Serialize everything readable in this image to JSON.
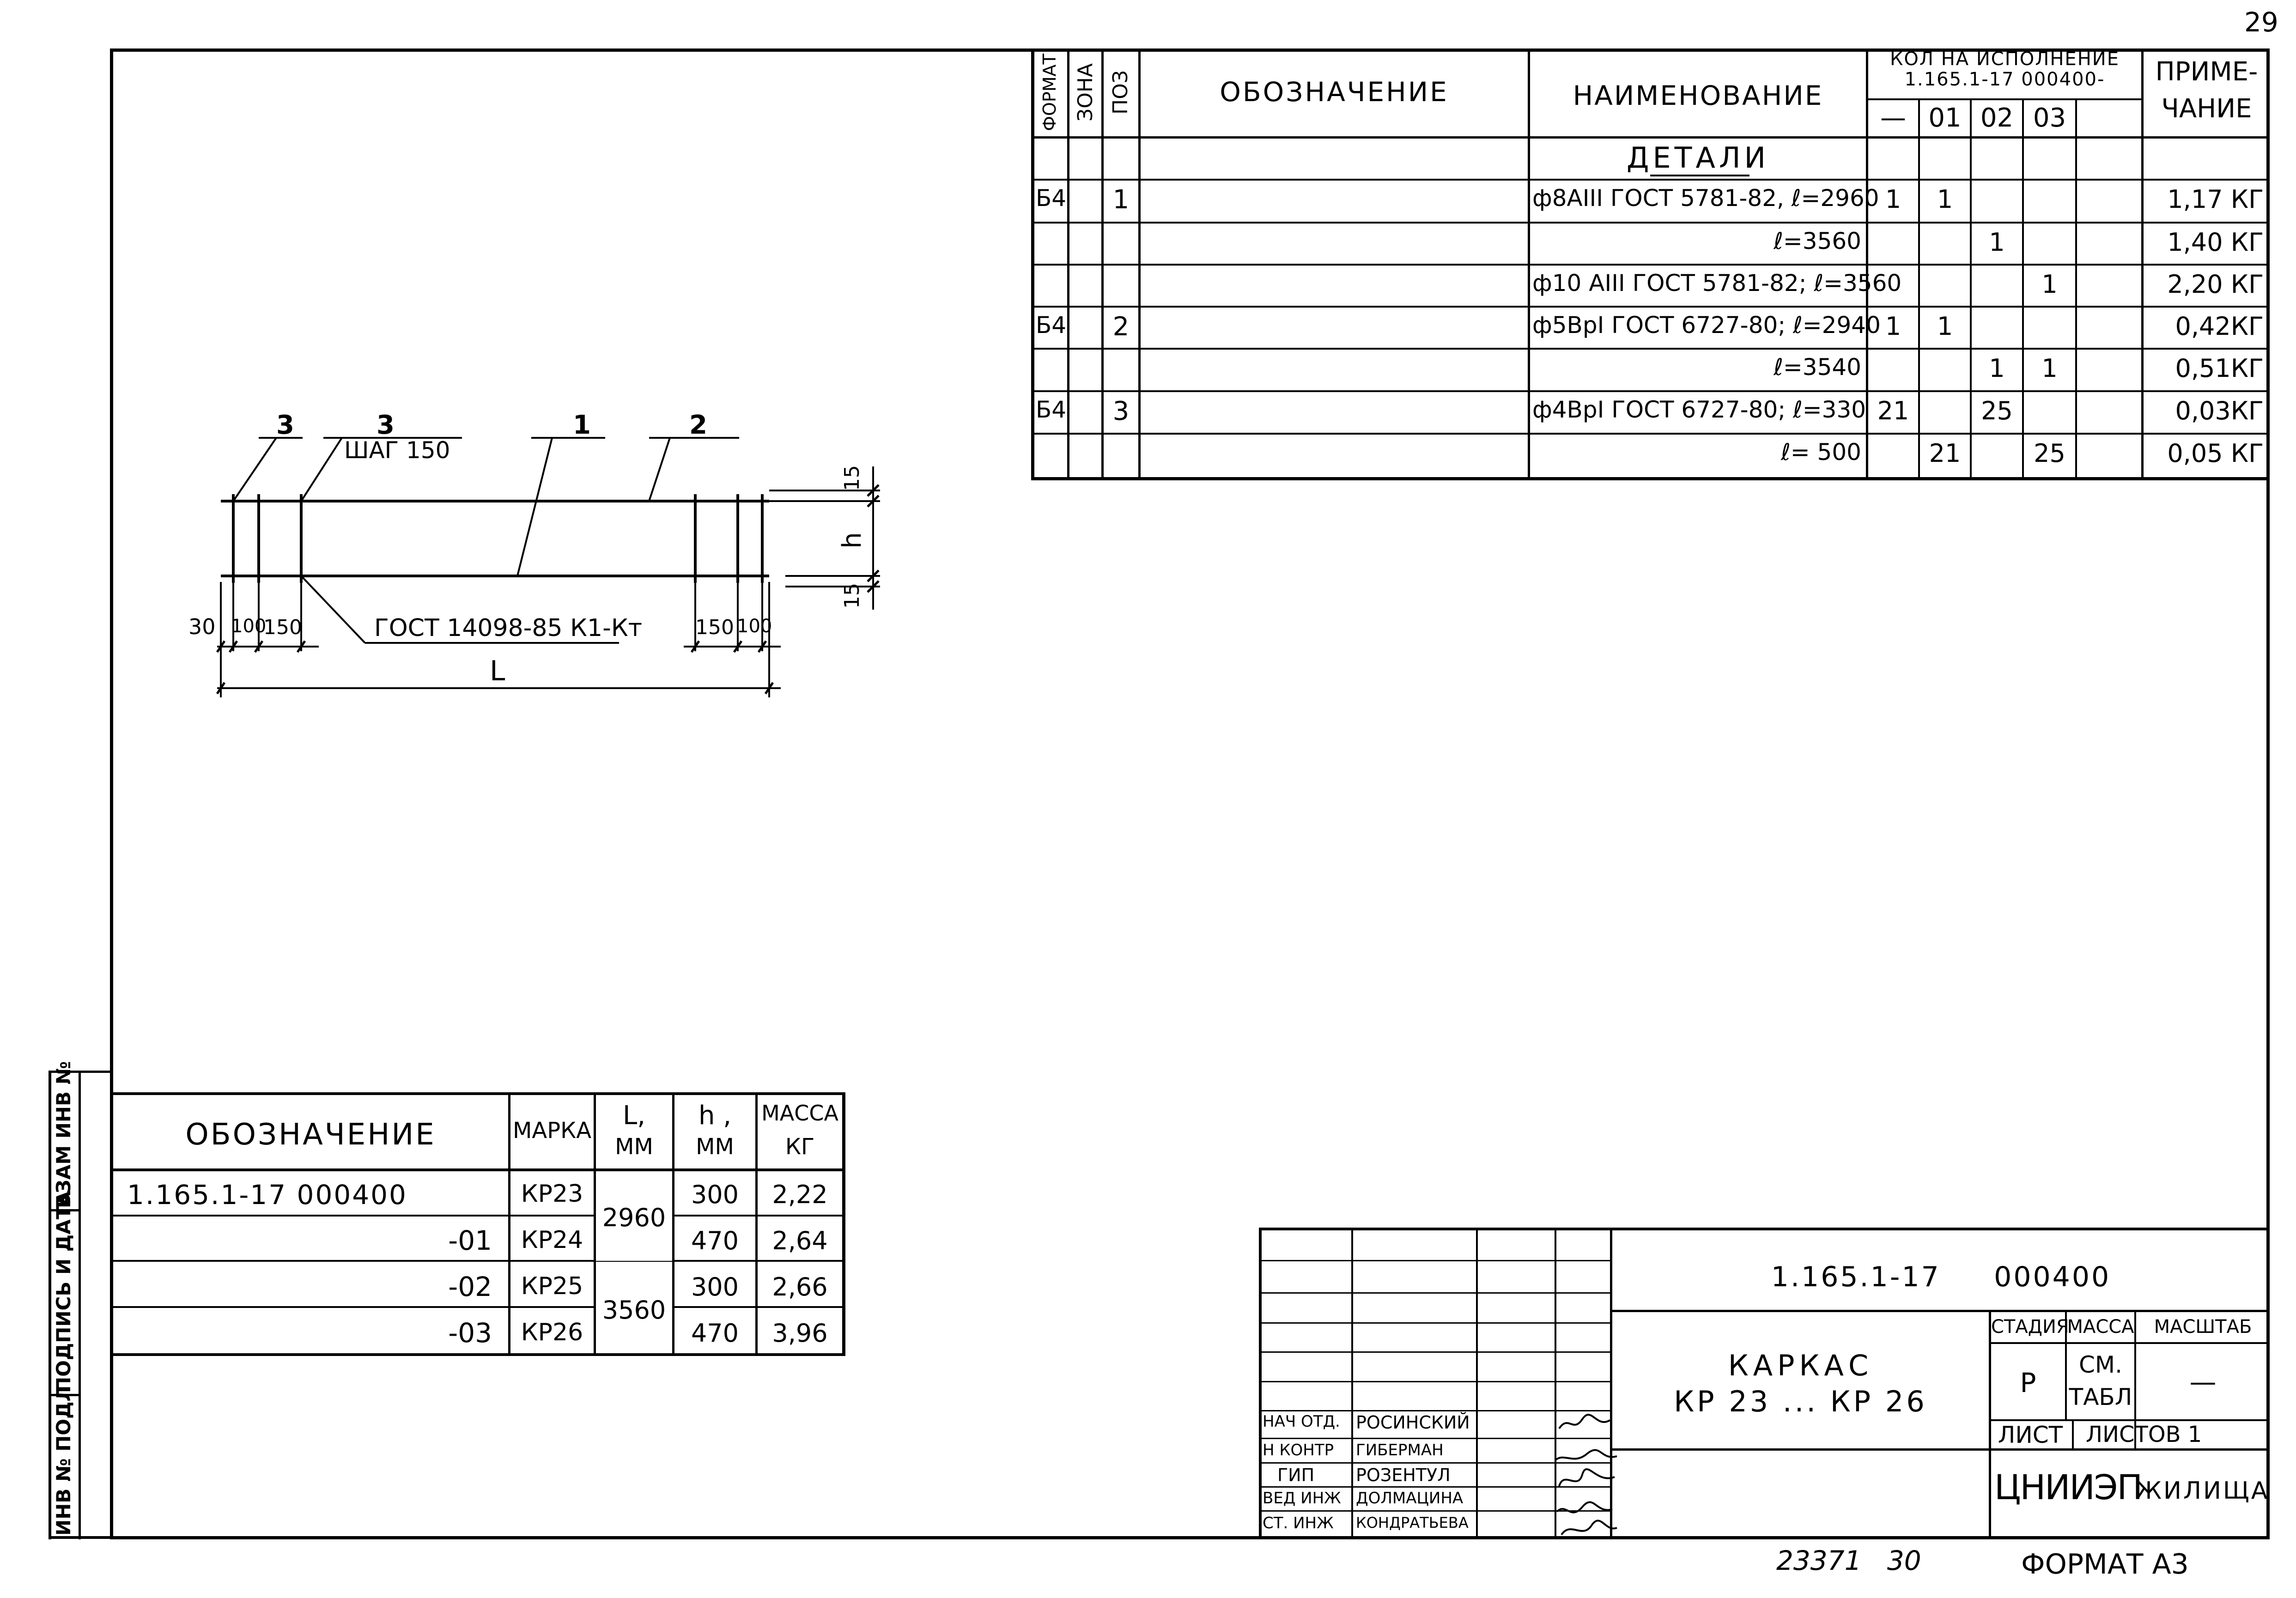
{
  "page_number": "29",
  "spec": {
    "headers": {
      "format": "ФОРМАТ",
      "zone": "ЗОНА",
      "pos": "ПОЗ",
      "designation": "ОБОЗНАЧЕНИЕ",
      "name": "НАИМЕНОВАНИЕ",
      "qty_line1": "КОЛ НА ИСПОЛНЕНИЕ",
      "qty_line2": "1.165.1-17  000400-",
      "note_line1": "ПРИМЕ-",
      "note_line2": "ЧАНИЕ",
      "variants": [
        "—",
        "01",
        "02",
        "03",
        ""
      ]
    },
    "section_title": "ДЕТАЛИ",
    "rows": [
      {
        "format": "Б4",
        "pos": "1",
        "name": "ф8АIII ГОСТ 5781-82, ℓ=2960",
        "q": [
          "1",
          "1",
          "",
          "",
          ""
        ],
        "note": "1,17 КГ"
      },
      {
        "format": "",
        "pos": "",
        "name": "ℓ=3560",
        "q": [
          "",
          "",
          "1",
          "",
          ""
        ],
        "note": "1,40 КГ"
      },
      {
        "format": "",
        "pos": "",
        "name": "ф10 АIII ГОСТ 5781-82; ℓ=3560",
        "q": [
          "",
          "",
          "",
          "1",
          ""
        ],
        "note": "2,20 КГ"
      },
      {
        "format": "Б4",
        "pos": "2",
        "name": "ф5ВрI ГОСТ 6727-80; ℓ=2940",
        "q": [
          "1",
          "1",
          "",
          "",
          ""
        ],
        "note": "0,42КГ"
      },
      {
        "format": "",
        "pos": "",
        "name": "ℓ=3540",
        "q": [
          "",
          "",
          "1",
          "1",
          ""
        ],
        "note": "0,51КГ"
      },
      {
        "format": "Б4",
        "pos": "3",
        "name": "ф4ВрI ГОСТ 6727-80; ℓ=330",
        "q": [
          "21",
          "",
          "25",
          "",
          ""
        ],
        "note": "0,03КГ"
      },
      {
        "format": "",
        "pos": "",
        "name": "ℓ= 500",
        "q": [
          "",
          "21",
          "",
          "25",
          ""
        ],
        "note": "0,05 КГ"
      }
    ]
  },
  "sketch": {
    "callout_3a": "3",
    "callout_3b": "3",
    "step": "ШАГ 150",
    "callout_1": "1",
    "callout_2": "2",
    "dim_15_top": "15",
    "dim_h": "h",
    "dim_15_bot": "15",
    "weld": "ГОСТ 14098-85 К1-Кт",
    "dim_30": "30",
    "dim_100_left": "100",
    "dim_150_left": "150",
    "dim_150_right": "150",
    "dim_100_right": "100",
    "dim_L": "L"
  },
  "marks_table": {
    "headers": {
      "designation": "ОБОЗНАЧЕНИЕ",
      "mark": "МАРКА",
      "L1": "L,",
      "L2": "ММ",
      "h1": "h ,",
      "h2": "ММ",
      "mass1": "МАССА",
      "mass2": "КГ"
    },
    "rows": [
      {
        "designation": "1.165.1-17  000400",
        "mark": "КР23",
        "h": "300",
        "mass": "2,22"
      },
      {
        "designation": "-01",
        "mark": "КР24",
        "h": "470",
        "mass": "2,64"
      },
      {
        "designation": "-02",
        "mark": "КР25",
        "h": "300",
        "mass": "2,66"
      },
      {
        "designation": "-03",
        "mark": "КР26",
        "h": "470",
        "mass": "3,96"
      }
    ],
    "L_groups": [
      "2960",
      "3560"
    ]
  },
  "left_strip": {
    "vzam": "ВЗАМ ИНВ №",
    "podpis": "ПОДПИСЬ И ДАТА",
    "inv": "ИНВ № ПОДЛ"
  },
  "title_block": {
    "doc_code": "1.165.1-17     000400",
    "title_line1": "КАРКАС",
    "title_line2": "КР 23 ... КР 26",
    "stage_h": "СТАДИЯ",
    "mass_h": "МАССА",
    "scale_h": "МАСШТАБ",
    "stage": "Р",
    "mass1": "СМ.",
    "mass2": "ТАБЛ",
    "scale": "—",
    "sheet": "ЛИСТ",
    "sheets": "ЛИСТОВ 1",
    "org1": "ЦНИИЭП",
    "org2": "ЖИЛИЩА",
    "people": [
      {
        "role": "НАЧ ОТД.",
        "name": "РОСИНСКИЙ"
      },
      {
        "role": "Н КОНТР",
        "name": "ГИБЕРМАН"
      },
      {
        "role": "ГИП",
        "name": "РОЗЕНТУЛ"
      },
      {
        "role": "ВЕД ИНЖ",
        "name": "ДОЛМАЦИНА"
      },
      {
        "role": "СТ. ИНЖ",
        "name": "КОНДРАТЬЕВА"
      }
    ]
  },
  "footer": {
    "number": "23371   30",
    "format": "ФОРМАТ А3"
  }
}
